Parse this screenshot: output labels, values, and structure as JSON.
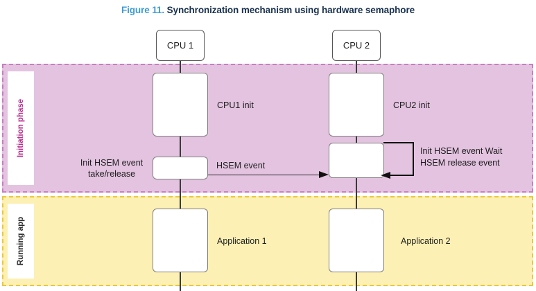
{
  "title": {
    "number": "Figure 11.",
    "caption": "Synchronization mechanism using hardware semaphore",
    "number_color": "#3d9bd6",
    "caption_color": "#18314f"
  },
  "bands": [
    {
      "id": "initiation",
      "label": "Initiation phase",
      "fill": "#e3c3e0",
      "border": "#c77fc0",
      "label_color": "#b52d8e"
    },
    {
      "id": "running",
      "label": "Running app",
      "fill": "#fdf0b4",
      "border": "#e8c93c",
      "label_color": "#2d2d2d"
    }
  ],
  "lifelines": [
    {
      "id": "cpu1",
      "head_label": "CPU 1"
    },
    {
      "id": "cpu2",
      "head_label": "CPU 2"
    }
  ],
  "activations": [
    {
      "id": "cpu1-init",
      "lifeline": "cpu1",
      "band": "initiation",
      "label": "CPU1 init"
    },
    {
      "id": "cpu2-init",
      "lifeline": "cpu2",
      "band": "initiation",
      "label": "CPU2 init"
    },
    {
      "id": "cpu1-hsem",
      "lifeline": "cpu1",
      "band": "initiation",
      "label": "Init HSEM event\ntake/release"
    },
    {
      "id": "cpu2-hsem",
      "lifeline": "cpu2",
      "band": "initiation",
      "label": "Init HSEM event Wait\nHSEM release event"
    },
    {
      "id": "cpu1-app",
      "lifeline": "cpu1",
      "band": "running",
      "label": "Application 1"
    },
    {
      "id": "cpu2-app",
      "lifeline": "cpu2",
      "band": "running",
      "label": "Application 2"
    }
  ],
  "messages": [
    {
      "id": "hsem-event",
      "label": "HSEM event",
      "from": "cpu1",
      "to": "cpu2",
      "kind": "arrow",
      "color": "#111111"
    },
    {
      "id": "cpu2-self-loop",
      "label": "",
      "from": "cpu2",
      "to": "cpu2",
      "kind": "self-loop",
      "color": "#111111"
    }
  ],
  "labels": {
    "cpu1_init": "CPU1 init",
    "cpu2_init": "CPU2 init",
    "cpu1_app": "Application 1",
    "cpu2_app": "Application 2",
    "init_hsem_take_release": "Init HSEM event\ntake/release",
    "hsem_event": "HSEM event",
    "init_hsem_wait_release": "Init HSEM event Wait\nHSEM release event"
  }
}
